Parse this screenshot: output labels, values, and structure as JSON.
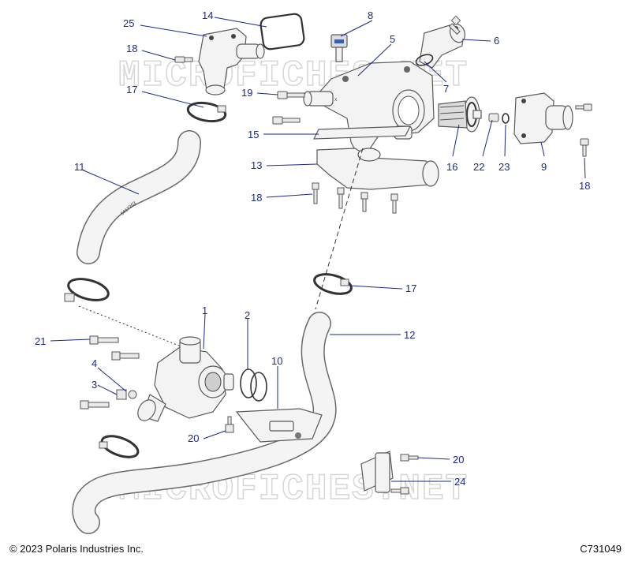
{
  "footer": {
    "copyright": "© 2023 Polaris Industries Inc.",
    "diagram_code": "C731049"
  },
  "watermark": {
    "text": "MICROFICHES.NET"
  },
  "callouts": [
    {
      "id": "c25",
      "label": "25"
    },
    {
      "id": "c14",
      "label": "14"
    },
    {
      "id": "c8",
      "label": "8"
    },
    {
      "id": "c5",
      "label": "5"
    },
    {
      "id": "c6",
      "label": "6"
    },
    {
      "id": "c18a",
      "label": "18"
    },
    {
      "id": "c7",
      "label": "7"
    },
    {
      "id": "c17a",
      "label": "17"
    },
    {
      "id": "c19",
      "label": "19"
    },
    {
      "id": "c15",
      "label": "15"
    },
    {
      "id": "c16",
      "label": "16"
    },
    {
      "id": "c22",
      "label": "22"
    },
    {
      "id": "c23",
      "label": "23"
    },
    {
      "id": "c9",
      "label": "9"
    },
    {
      "id": "c11",
      "label": "11"
    },
    {
      "id": "c13",
      "label": "13"
    },
    {
      "id": "c18b",
      "label": "18"
    },
    {
      "id": "c18c",
      "label": "18"
    },
    {
      "id": "c17b",
      "label": "17"
    },
    {
      "id": "c12",
      "label": "12"
    },
    {
      "id": "c1",
      "label": "1"
    },
    {
      "id": "c2",
      "label": "2"
    },
    {
      "id": "c21",
      "label": "21"
    },
    {
      "id": "c4",
      "label": "4"
    },
    {
      "id": "c10",
      "label": "10"
    },
    {
      "id": "c3",
      "label": "3"
    },
    {
      "id": "c20a",
      "label": "20"
    },
    {
      "id": "c20b",
      "label": "20"
    },
    {
      "id": "c24",
      "label": "24"
    }
  ]
}
